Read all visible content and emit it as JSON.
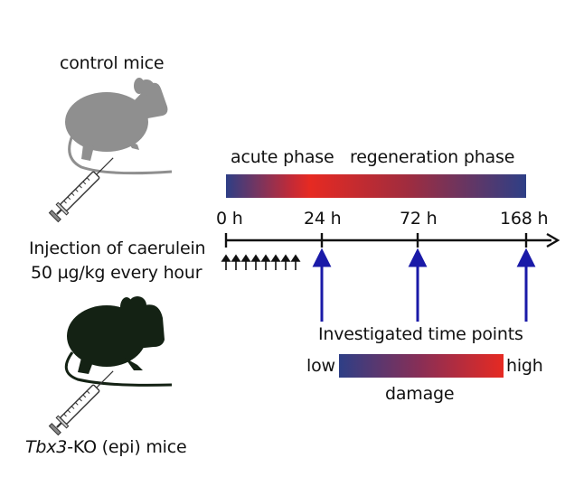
{
  "labels": {
    "control_mice": "control mice",
    "ko_name": "Tbx3",
    "ko_suffix": "-KO (epi) mice",
    "acute_phase": "acute phase",
    "regeneration_phase": "regeneration phase",
    "injection_line1": "Injection of caerulein",
    "injection_line2": "50 µg/kg every hour",
    "investigated": "Investigated time points",
    "low": "low",
    "high": "high",
    "damage": "damage"
  },
  "timeline": {
    "ticks": [
      "0 h",
      "24 h",
      "72 h",
      "168 h"
    ]
  },
  "colors": {
    "control_mouse": "#8f8f8f",
    "ko_mouse": "#142214",
    "low_damage": "#2e3f86",
    "high_damage": "#e62a22",
    "arrow_blue": "#1a1aa8"
  }
}
